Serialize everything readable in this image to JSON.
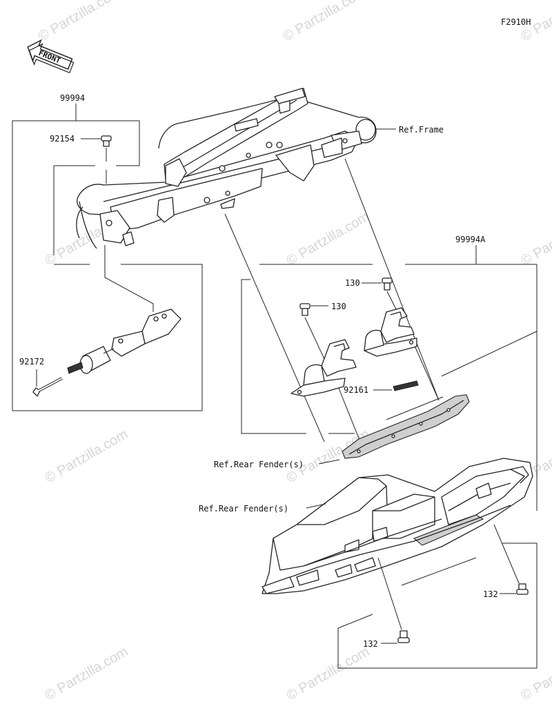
{
  "figure_code": "F2910H",
  "front_badge": "FRONT",
  "watermark_text": "Partzilla.com",
  "watermark_symbol": "©",
  "callouts": {
    "kit_99994": "99994",
    "bolt_92154": "92154",
    "bolt_92172": "92172",
    "ref_frame": "Ref.Frame",
    "kit_99994A": "99994A",
    "bolt_130_top": "130",
    "bolt_130_left": "130",
    "pad_92161": "92161",
    "ref_rear_fender_1": "Ref.Rear Fender(s)",
    "ref_rear_fender_2": "Ref.Rear Fender(s)",
    "bolt_132_right": "132",
    "bolt_132_bottom": "132"
  }
}
